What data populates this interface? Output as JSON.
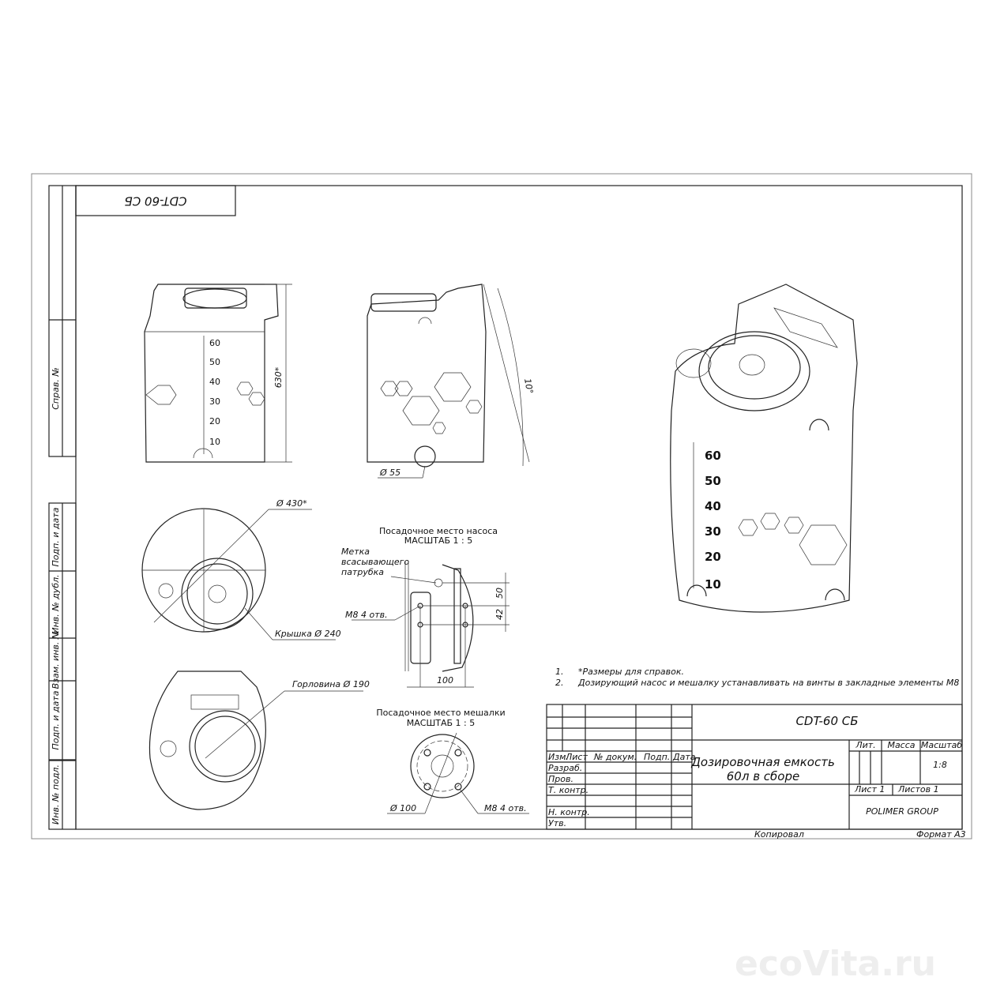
{
  "drawing_code_rotated": "CDT-60 СБ",
  "side_strip": [
    "Справ. №",
    "Подп. и дата",
    "Инв. № дубл.",
    "Взам. инв. №",
    "Подп. и дата",
    "Инв. № подл."
  ],
  "scale_marks": [
    "60",
    "50",
    "40",
    "30",
    "20",
    "10"
  ],
  "dimensions": {
    "height": "630*",
    "angle": "10°",
    "outlet": "Ø 55",
    "diameter": "Ø 430*",
    "lid": "Крышка Ø 240",
    "neck": "Горловина Ø 190"
  },
  "pump_detail": {
    "title": "Посадочное место насоса",
    "scale": "МАСШТАБ 1 : 5",
    "mark_label": [
      "Метка",
      "всасывающего",
      "патрубка"
    ],
    "holes": "М8 4 отв.",
    "dim_50": "50",
    "dim_42": "42",
    "dim_100": "100"
  },
  "mixer_detail": {
    "title": "Посадочное место мешалки",
    "scale": "МАСШТАБ 1 : 5",
    "diameter": "Ø 100",
    "holes": "М8 4 отв."
  },
  "notes": [
    {
      "num": "1.",
      "text": "*Размеры для справок."
    },
    {
      "num": "2.",
      "text": "Дозирующий насос и мешалку устанавливать на винты в закладные элементы М8"
    }
  ],
  "title_block": {
    "code": "CDT-60 СБ",
    "name_line1": "Дозировочная емкость",
    "name_line2": "60л в сборе",
    "headers": {
      "izm": "Изм.",
      "list": "Лист",
      "doc": "№ докум.",
      "podp": "Подп.",
      "data": "Дата"
    },
    "roles": [
      "Разраб.",
      "Пров.",
      "Т. контр.",
      "Н. контр.",
      "Утв."
    ],
    "lit": "Лит.",
    "mass": "Масса",
    "scale_label": "Масштаб",
    "scale": "1:8",
    "sheet": "Лист 1",
    "sheets": "Листов 1",
    "company": "POLIMER GROUP",
    "copied": "Копировал",
    "format": "Формат А3"
  },
  "watermark": "ecoVita.ru"
}
